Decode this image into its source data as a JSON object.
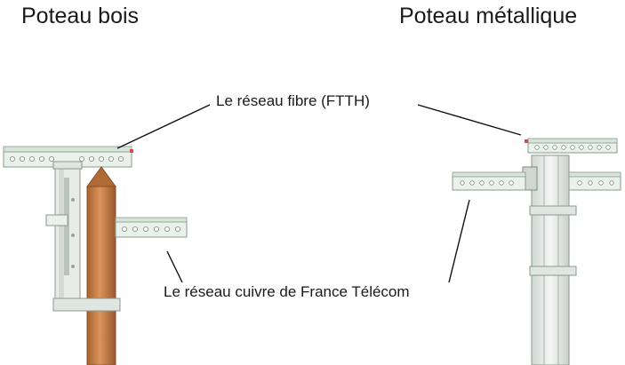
{
  "titles": {
    "left": "Poteau bois",
    "right": "Poteau métallique"
  },
  "callouts": {
    "fiber": "Le réseau fibre (FTTH)",
    "copper": "Le réseau cuivre de France Télécom"
  },
  "colors": {
    "wood_pole": "#c8804a",
    "wood_pole_dark": "#9a5a2e",
    "metal_pole": "#e4e9e6",
    "bracket": "#e9f1ea",
    "bracket_edge": "#8a9a8e",
    "leader_line": "#111111"
  }
}
